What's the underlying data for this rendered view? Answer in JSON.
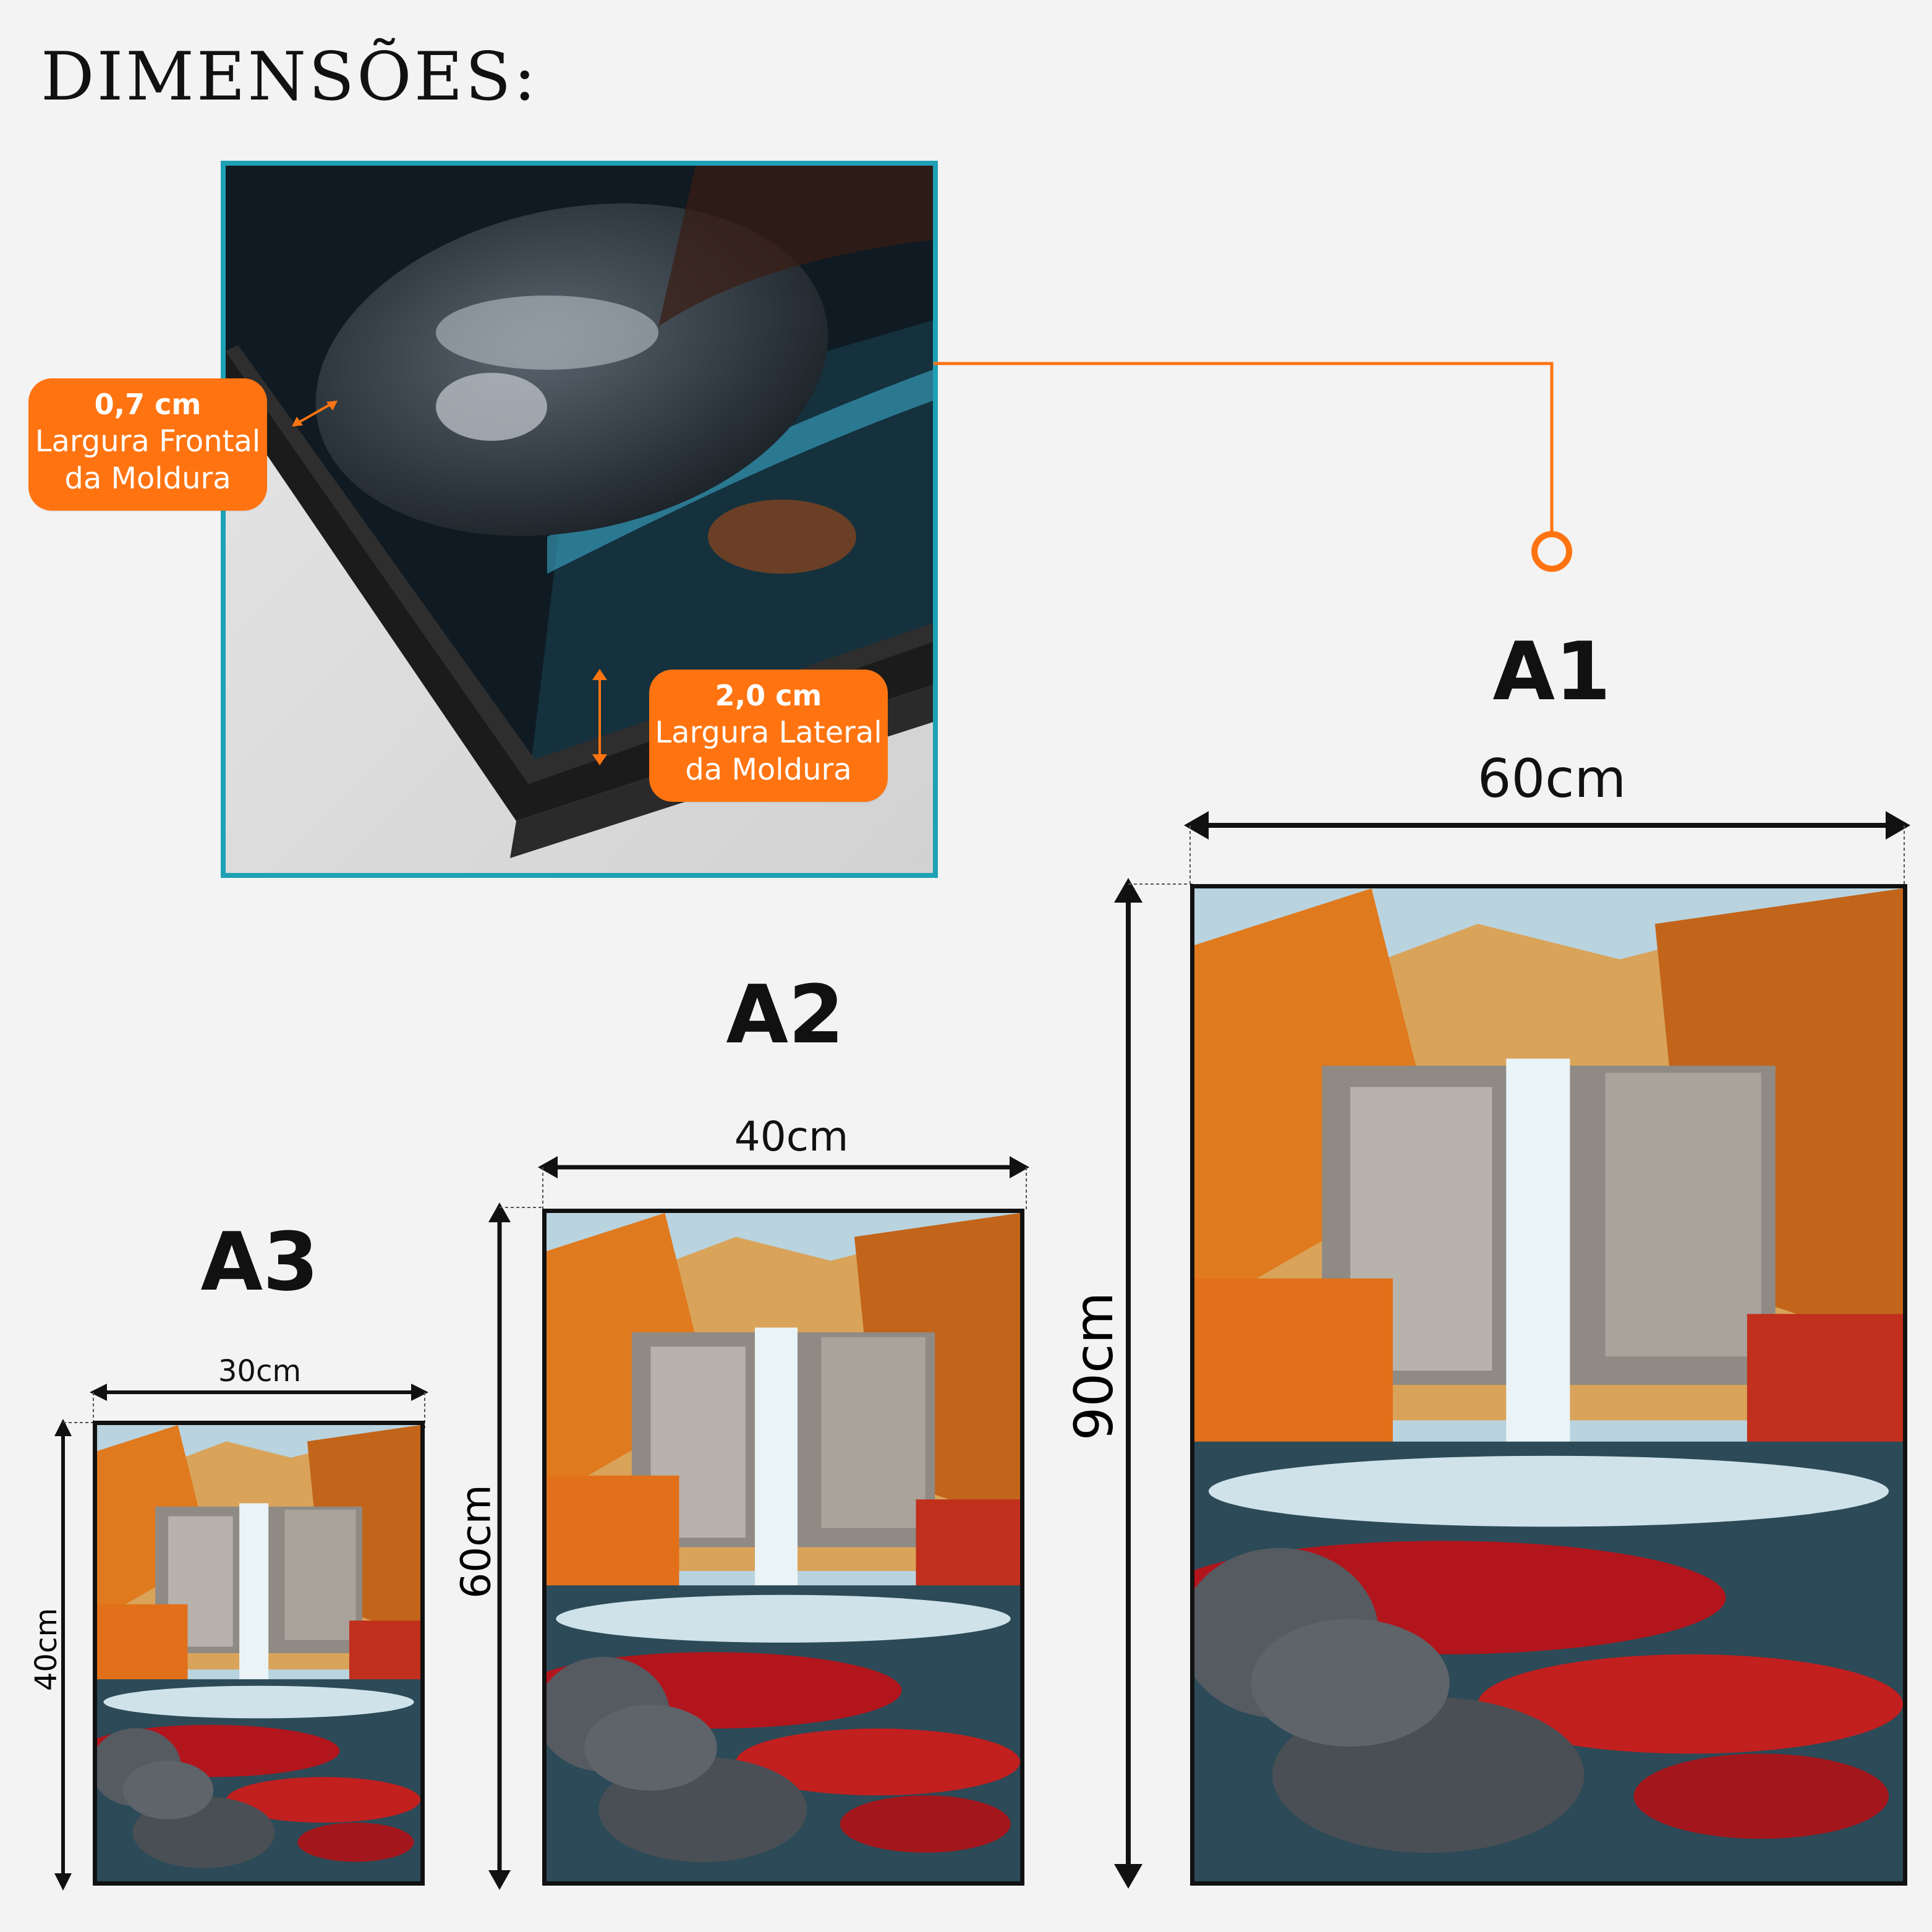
{
  "heading": "DIMENSÕES:",
  "detail": {
    "front_badge": {
      "value": "0,7 cm",
      "line1": "Largura Frontal",
      "line2": "da Moldura"
    },
    "side_badge": {
      "value": "2,0 cm",
      "line1": "Largura Lateral",
      "line2": "da Moldura"
    }
  },
  "sizes": [
    {
      "name": "A3",
      "width": "30cm",
      "height": "40cm"
    },
    {
      "name": "A2",
      "width": "40cm",
      "height": "60cm"
    },
    {
      "name": "A1",
      "width": "60cm",
      "height": "90cm"
    }
  ],
  "colors": {
    "accent": "#ff7411",
    "inset_border": "#1ea1b5",
    "frame": "#111111",
    "background": "#f3f3f3"
  },
  "artwork": "autumn-waterfall-landscape"
}
